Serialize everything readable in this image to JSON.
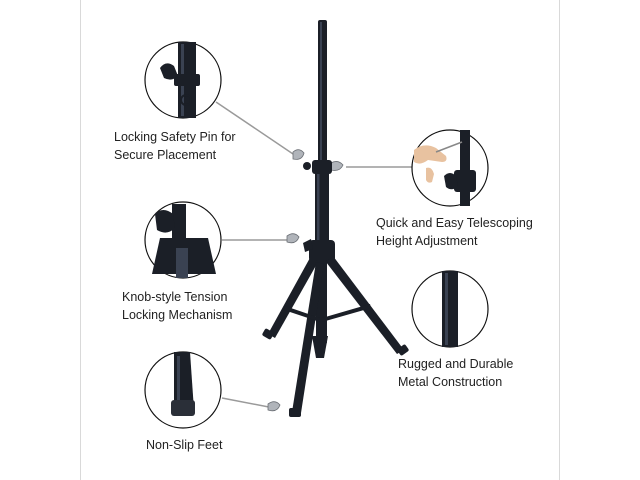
{
  "features": [
    {
      "id": "safety-pin",
      "lines": [
        "Locking Safety Pin for",
        "Secure Placement"
      ]
    },
    {
      "id": "telescoping",
      "lines": [
        "Quick and Easy Telescoping",
        "Height Adjustment"
      ]
    },
    {
      "id": "tension-knob",
      "lines": [
        "Knob-style Tension",
        "Locking Mechanism"
      ]
    },
    {
      "id": "metal",
      "lines": [
        "Rugged and Durable",
        "Metal Construction"
      ]
    },
    {
      "id": "feet",
      "lines": [
        "Non-Slip Feet"
      ]
    }
  ],
  "colors": {
    "stand": "#1b1f27",
    "stand_highlight": "#3a4252",
    "callout_border": "#111111",
    "leader_line": "#9a9a9a",
    "hand": "#e8c2a0",
    "text": "#222222"
  }
}
